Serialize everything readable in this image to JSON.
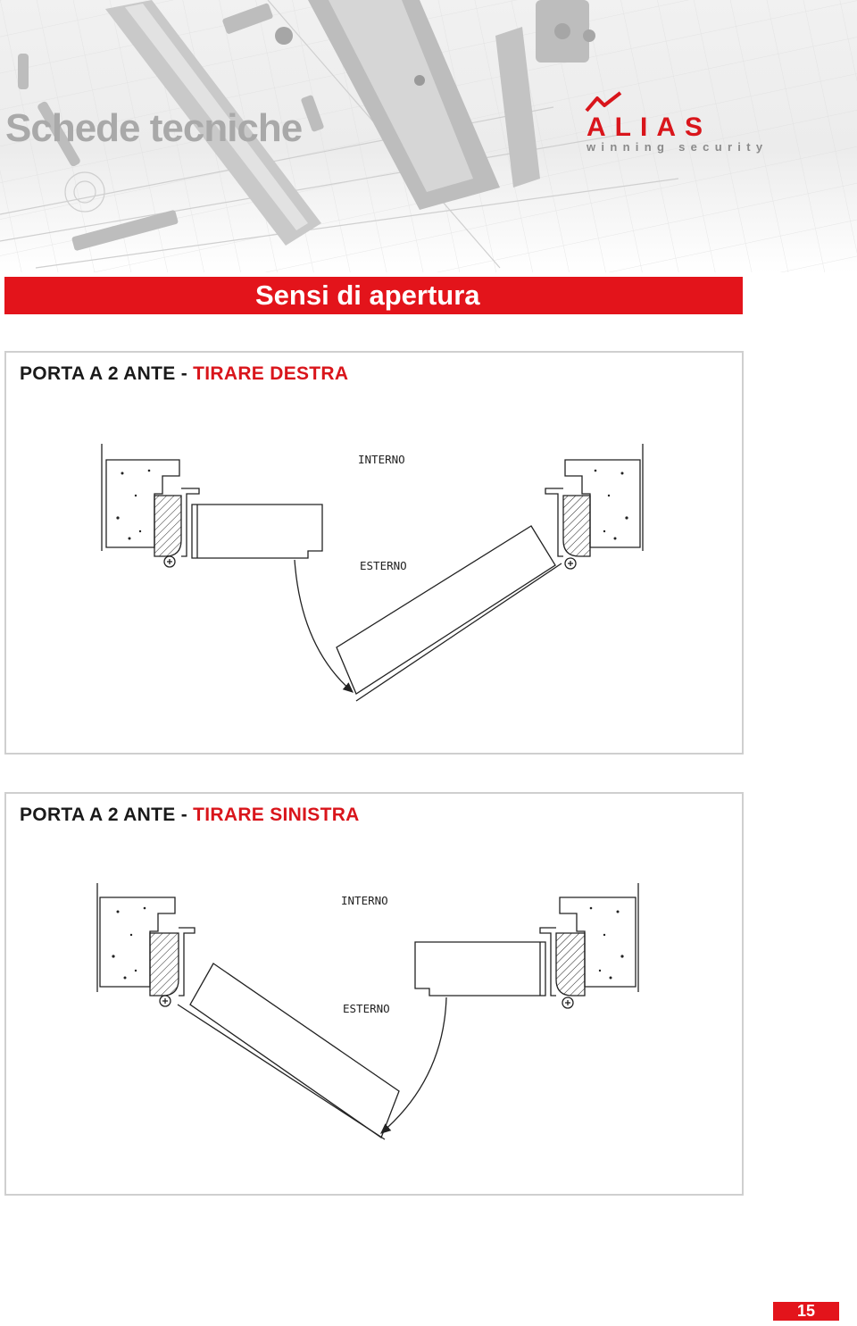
{
  "header": {
    "title": "Schede tecniche",
    "logo": {
      "name": "ALIAS",
      "tagline": "winning security",
      "brand_color": "#d9151b"
    }
  },
  "section": {
    "title": "Sensi di apertura",
    "color": "#e3141b"
  },
  "panels": [
    {
      "heading_main": "PORTA A 2 ANTE",
      "heading_sep": "-",
      "heading_accent": "TIRARE DESTRA",
      "label_inside": "INTERNO",
      "label_outside": "ESTERNO"
    },
    {
      "heading_main": "PORTA A 2 ANTE",
      "heading_sep": "-",
      "heading_accent": "TIRARE SINISTRA",
      "label_inside": "INTERNO",
      "label_outside": "ESTERNO"
    }
  ],
  "footer": {
    "page_number": "15"
  }
}
